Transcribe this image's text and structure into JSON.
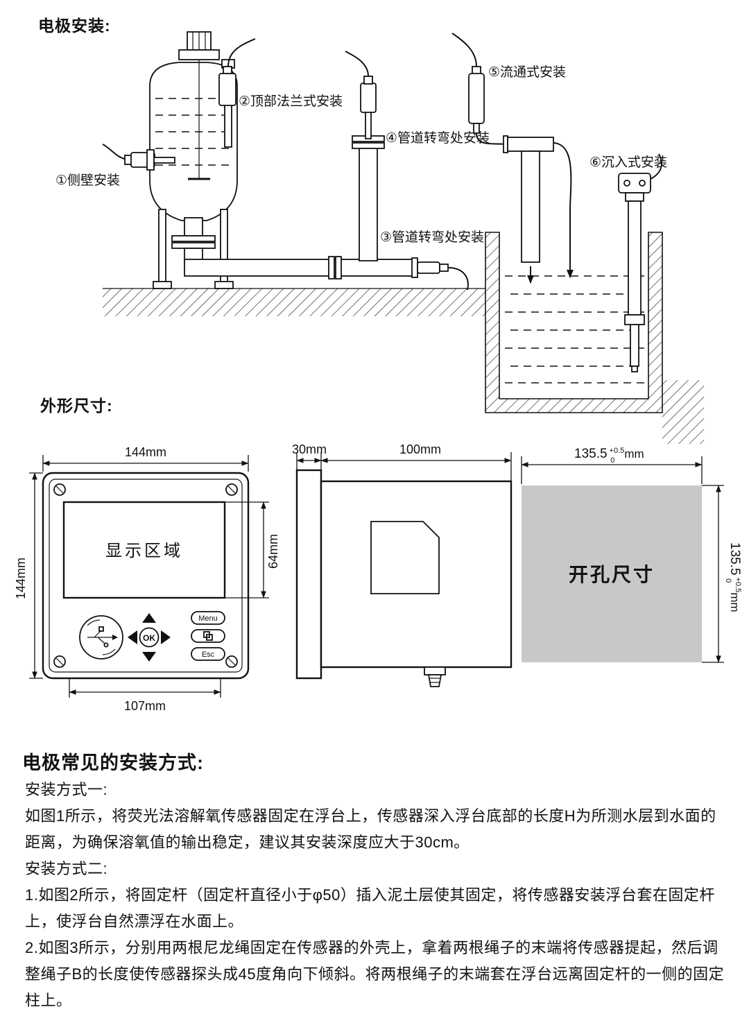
{
  "sections": {
    "install": {
      "heading": "电极安装:",
      "labels": {
        "l1": "①侧壁安装",
        "l2": "②顶部法兰式安装",
        "l3": "③管道转弯处安装",
        "l4": "④管道转弯处安装",
        "l5": "⑤流通式安装",
        "l6": "⑥沉入式安装"
      }
    },
    "dimensions": {
      "heading": "外形尺寸:",
      "front": {
        "width": "144mm",
        "height": "144mm",
        "display": "显示区域",
        "display_height": "64mm",
        "bottom_width": "107mm",
        "btn_menu": "Menu",
        "btn_ok": "OK",
        "btn_esc": "Esc"
      },
      "side": {
        "depth": "30mm",
        "body": "100mm"
      },
      "cutout": {
        "label": "开孔尺寸",
        "size": "135.5",
        "tol_plus": "+0.5",
        "tol_minus": "0",
        "unit": "mm",
        "fill": "#c8c8c8"
      }
    },
    "methods": {
      "heading": "电极常见的安装方式:",
      "lines": [
        "安装方式一:",
        "如图1所示，将荧光法溶解氧传感器固定在浮台上，传感器深入浮台底部的长度H为所测水层到水面的距离，为确保溶氧值的输出稳定，建议其安装深度应大于30cm。",
        "安装方式二:",
        "1.如图2所示，将固定杆（固定杆直径小于φ50）插入泥土层使其固定，将传感器安装浮台套在固定杆上，使浮台自然漂浮在水面上。",
        "2.如图3所示，分别用两根尼龙绳固定在传感器的外壳上，拿着两根绳子的末端将传感器提起，然后调整绳子B的长度使传感器探头成45度角向下倾斜。将两根绳子的末端套在浮台远离固定杆的一侧的固定柱上。"
      ]
    }
  }
}
